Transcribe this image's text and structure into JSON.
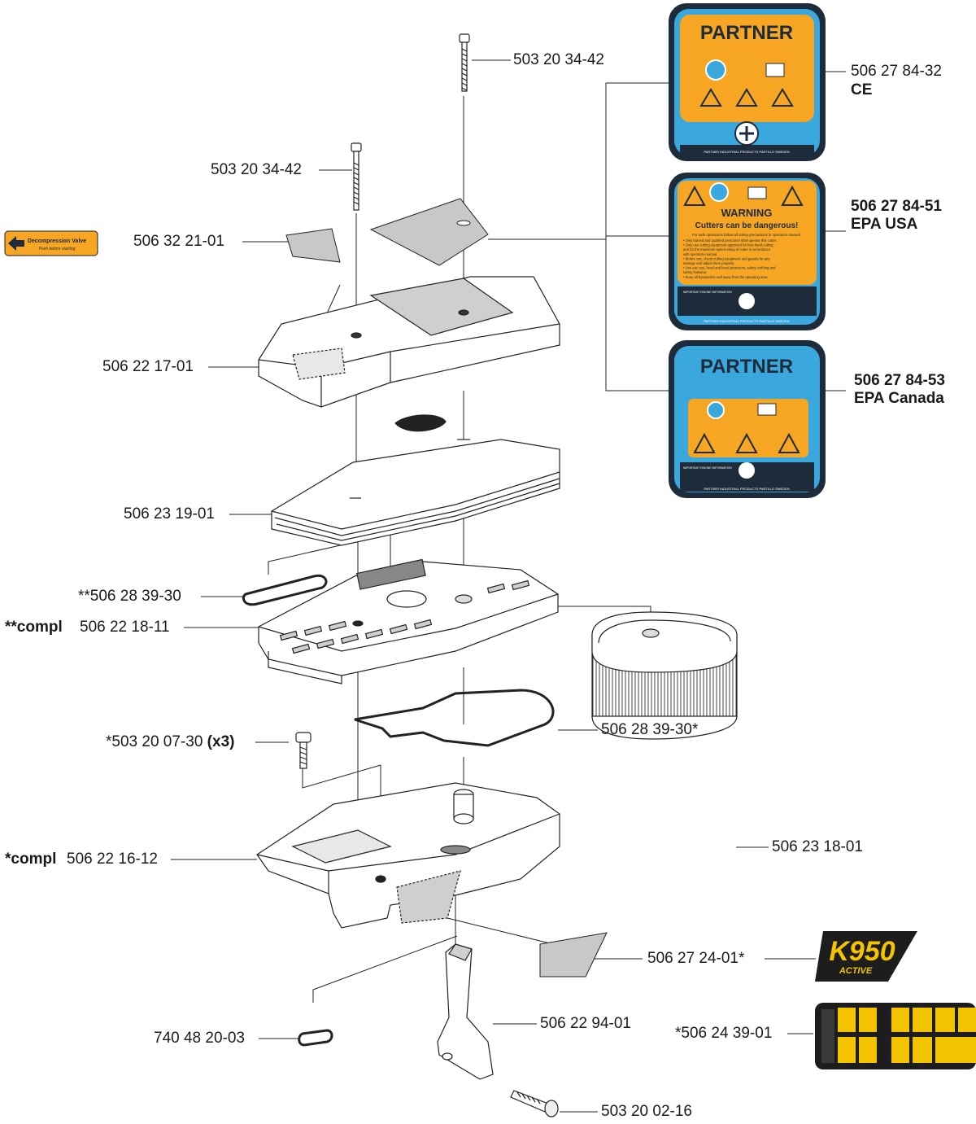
{
  "parts": {
    "screw_top_right": "503 20 34-42",
    "screw_top_left": "503 20 34-42",
    "decal_ce_number": "506 27 84-32",
    "decal_ce_variant": "CE",
    "decal_epa_usa_number": "506 27 84-51",
    "decal_epa_usa_variant": "EPA USA",
    "decal_epa_canada_number": "506 27 84-53",
    "decal_epa_canada_variant": "EPA Canada",
    "decompression_decal": "506 32 21-01",
    "cover": "506 22 17-01",
    "prefilter": "506 23 19-01",
    "gasket_top": "**506 28 39-30",
    "filter_holder_prefix": "**compl",
    "filter_holder": "506 22 18-11",
    "gasket_mid": "506 28 39-30*",
    "screw_mid": "*503 20 07-30",
    "screw_mid_qty": "(x3)",
    "main_filter": "506 23 18-01",
    "base_prefix": "*compl",
    "base": "506 22 16-12",
    "decal_base": "506 27 24-01*",
    "oring": "740 48 20-03",
    "intake_pipe": "506 22 94-01",
    "screw_bottom": "503 20 02-16",
    "decal_controls": "*506 24 39-01"
  },
  "decals": {
    "brand": "PARTNER",
    "footer": "PARTNER INDUSTRIAL PRODUCTS PARTILLE SWEDEN",
    "warning_title": "WARNING",
    "warning_sub": "Cutters can be dangerous!",
    "warning_intro": "For safe operations follow all safety precautions in operators manual.",
    "warning_lines": [
      "• Only trained and qualified personnel shall operate this cutter.",
      "• Only use cutting equipment approved for free-hand cutting",
      "and for the maximum speed rating of cutter in accordance",
      "with operators manual.",
      "• Before use, check cutting equipment and guards for any",
      "damage and adjust them properly.",
      "• Use ear, eye, head and hand protectors, safety clothing and",
      "safety footwear.",
      "• Keep all bystanders well away from the operating area."
    ],
    "engine_info": "IMPORTANT ENGINE INFORMATION",
    "decompression_title": "Decompression Valve",
    "decompression_sub": "Push before starting",
    "k950": "K950",
    "active": "ACTIVE"
  },
  "colors": {
    "decal_orange": "#f6a623",
    "decal_blue": "#3aa7dd",
    "decal_dark": "#1d2b3a",
    "k950_yellow": "#f5c400"
  }
}
